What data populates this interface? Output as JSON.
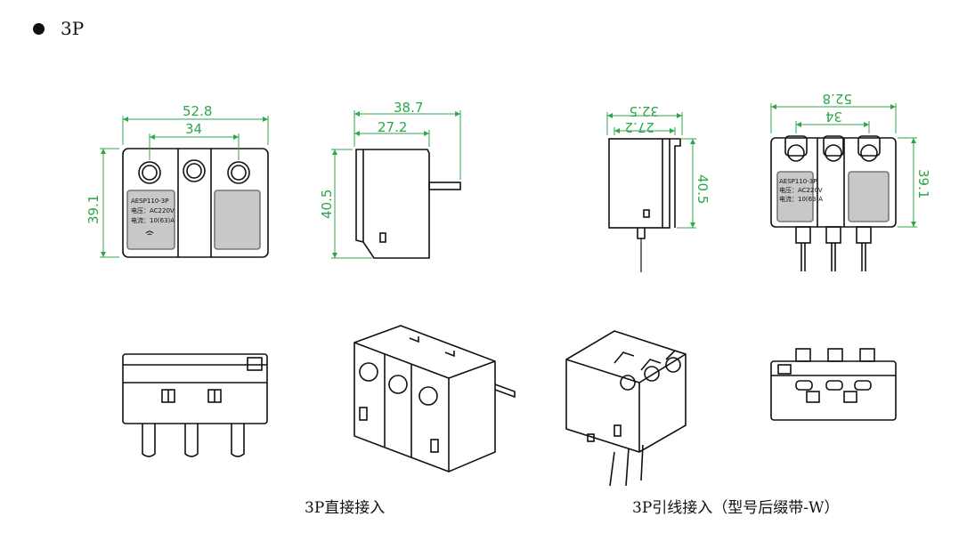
{
  "section": {
    "title": "3P"
  },
  "views": {
    "front": {
      "width": "52.8",
      "pitch": "34",
      "height": "39.1",
      "label": {
        "model": "AESP110-3P",
        "voltage": "电压：AC220V",
        "current": "电流：10(63)A"
      }
    },
    "side": {
      "depth": "38.7",
      "body": "27.2",
      "height": "40.5"
    },
    "lead_side": {
      "depth": "32.5",
      "body": "27.2",
      "height": "40.5"
    },
    "lead_front": {
      "width": "52.8",
      "pitch": "34",
      "height": "39.1",
      "label": {
        "model": "AESP110-3P",
        "voltage": "电压：AC220V",
        "current": "电流：10(63)A"
      }
    }
  },
  "captions": {
    "direct": "3P直接接入",
    "lead": "3P引线接入（型号后缀带-W）"
  },
  "colors": {
    "dimension": "#2ea64a",
    "outline": "#111111",
    "label_fill": "#c8c8c8"
  }
}
